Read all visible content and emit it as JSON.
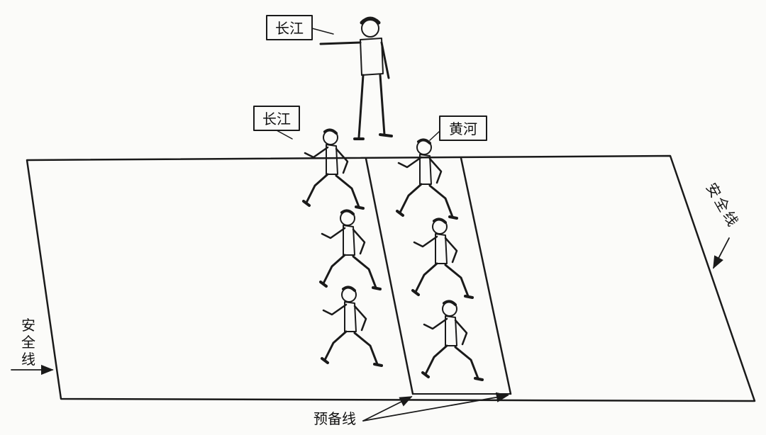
{
  "labels": {
    "teacher_team": "长江",
    "left_runner_team": "长江",
    "right_runner_team": "黄河",
    "safety_line_left": [
      "安",
      "全",
      "线"
    ],
    "safety_line_right": [
      "安",
      "全",
      "线"
    ],
    "ready_line": "预备线"
  },
  "colors": {
    "ink": "#1a1a1a",
    "paper": "#fbfbf9"
  }
}
